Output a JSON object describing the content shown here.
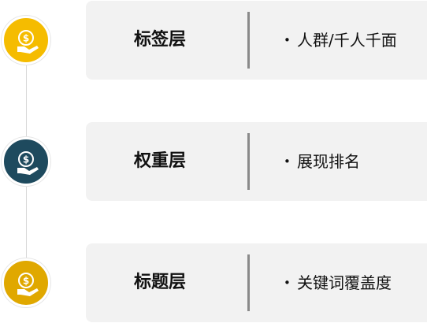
{
  "layers": [
    {
      "title": "标签层",
      "bullet": "•",
      "description": "人群/千人千面",
      "icon": "dollar-hand-icon",
      "icon_color": "#F5BC00"
    },
    {
      "title": "权重层",
      "bullet": "•",
      "description": "展现排名",
      "icon": "dollar-hand-icon",
      "icon_color": "#1E4A5E"
    },
    {
      "title": "标题层",
      "bullet": "•",
      "description": "关键词覆盖度",
      "icon": "dollar-hand-icon",
      "icon_color": "#E0A800"
    }
  ],
  "colors": {
    "card_background": "#F2F2F2",
    "divider": "#8A8A8A",
    "timeline_line": "#D8D8D8"
  }
}
